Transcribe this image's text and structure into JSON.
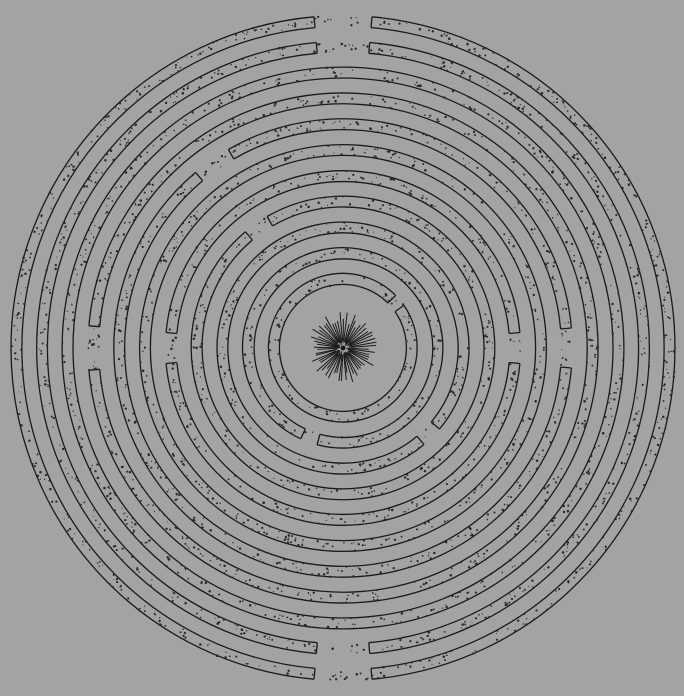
{
  "image": {
    "subject": "circular-labyrinth",
    "ring_count": 11,
    "center_ornament": "starburst",
    "colors": {
      "background": "#a3a3a3",
      "line": "#1a1a1a",
      "speckle": "#2b2b2b"
    }
  }
}
